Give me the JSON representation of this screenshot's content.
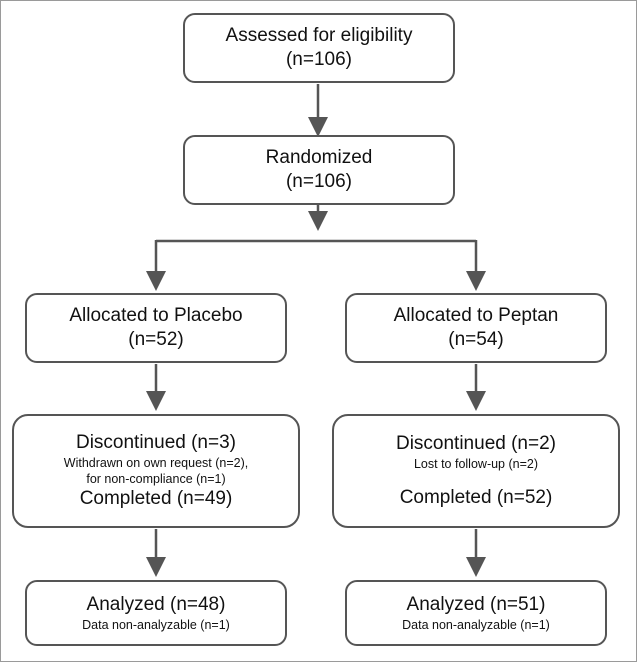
{
  "assessed": {
    "title": "Assessed for eligibility",
    "count": "(n=106)"
  },
  "randomized": {
    "title": "Randomized",
    "count": "(n=106)"
  },
  "placebo": {
    "allocated": {
      "title": "Allocated to Placebo",
      "count": "(n=52)"
    },
    "discontinued": {
      "title": "Discontinued (n=3)",
      "detail_1": "Withdrawn on own request (n=2),",
      "detail_2": "for non-compliance (n=1)",
      "completed": "Completed (n=49)"
    },
    "analyzed": {
      "title": "Analyzed (n=48)",
      "detail": "Data non-analyzable (n=1)"
    }
  },
  "peptan": {
    "allocated": {
      "title": "Allocated to Peptan",
      "count": "(n=54)"
    },
    "discontinued": {
      "title": "Discontinued (n=2)",
      "detail_1": "Lost to follow-up (n=2)",
      "completed": "Completed (n=52)"
    },
    "analyzed": {
      "title": "Analyzed (n=51)",
      "detail": "Data non-analyzable (n=1)"
    }
  }
}
